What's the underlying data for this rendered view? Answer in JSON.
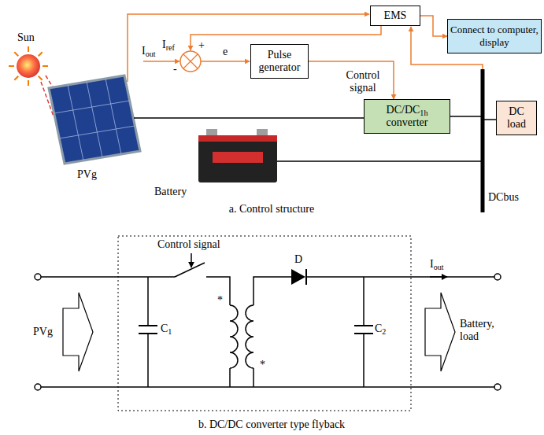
{
  "diagram": {
    "nodes": [
      {
        "text": [
          "EMS"
        ]
      },
      {
        "text": [
          "Pulse generator"
        ]
      },
      {
        "text": [
          "Connect to computer, display"
        ]
      },
      {
        "text": [
          "DC/DC1h converter"
        ]
      },
      {
        "text": [
          "DC load"
        ]
      }
    ],
    "edges": [
      {
        "from": 0,
        "to": 2,
        "arrow": "to"
      },
      {
        "from": 1,
        "to": 3,
        "arrow": "to",
        "label": "Control signal"
      }
    ],
    "labels": [
      "Sun",
      "PVg",
      "Iref",
      "Iout",
      "+",
      "-",
      "e",
      "Battery",
      "DCbus",
      "a. Control structure",
      "Control signal",
      "Iout",
      "PVg",
      "Battery, load",
      "C1",
      "C2",
      "D",
      "*",
      "*",
      "b. DC/DC converter type flyback"
    ]
  }
}
